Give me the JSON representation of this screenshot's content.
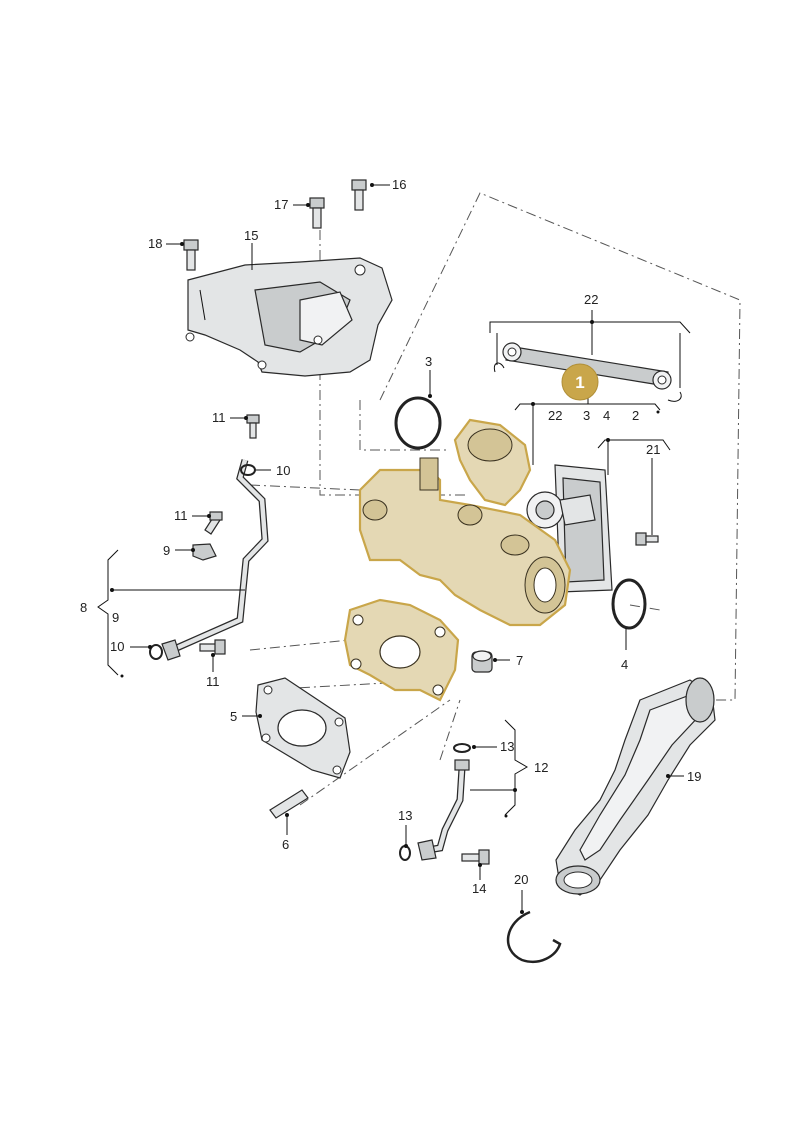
{
  "labels": {
    "p2": "2",
    "p3": "3",
    "p4": "4",
    "p5": "5",
    "p6": "6",
    "p7": "7",
    "p8": "8",
    "p9": "9",
    "p10": "10",
    "p11": "11",
    "p12": "12",
    "p13": "13",
    "p14": "14",
    "p15": "15",
    "p16": "16",
    "p17": "17",
    "p18": "18",
    "p19": "19",
    "p20": "20",
    "p21": "21",
    "p22": "22"
  },
  "callout": {
    "number": "1"
  },
  "colors": {
    "highlight_fill": "#e4d8b4",
    "highlight_stroke": "#c9a64a",
    "callout_fill": "#c9a64a"
  }
}
